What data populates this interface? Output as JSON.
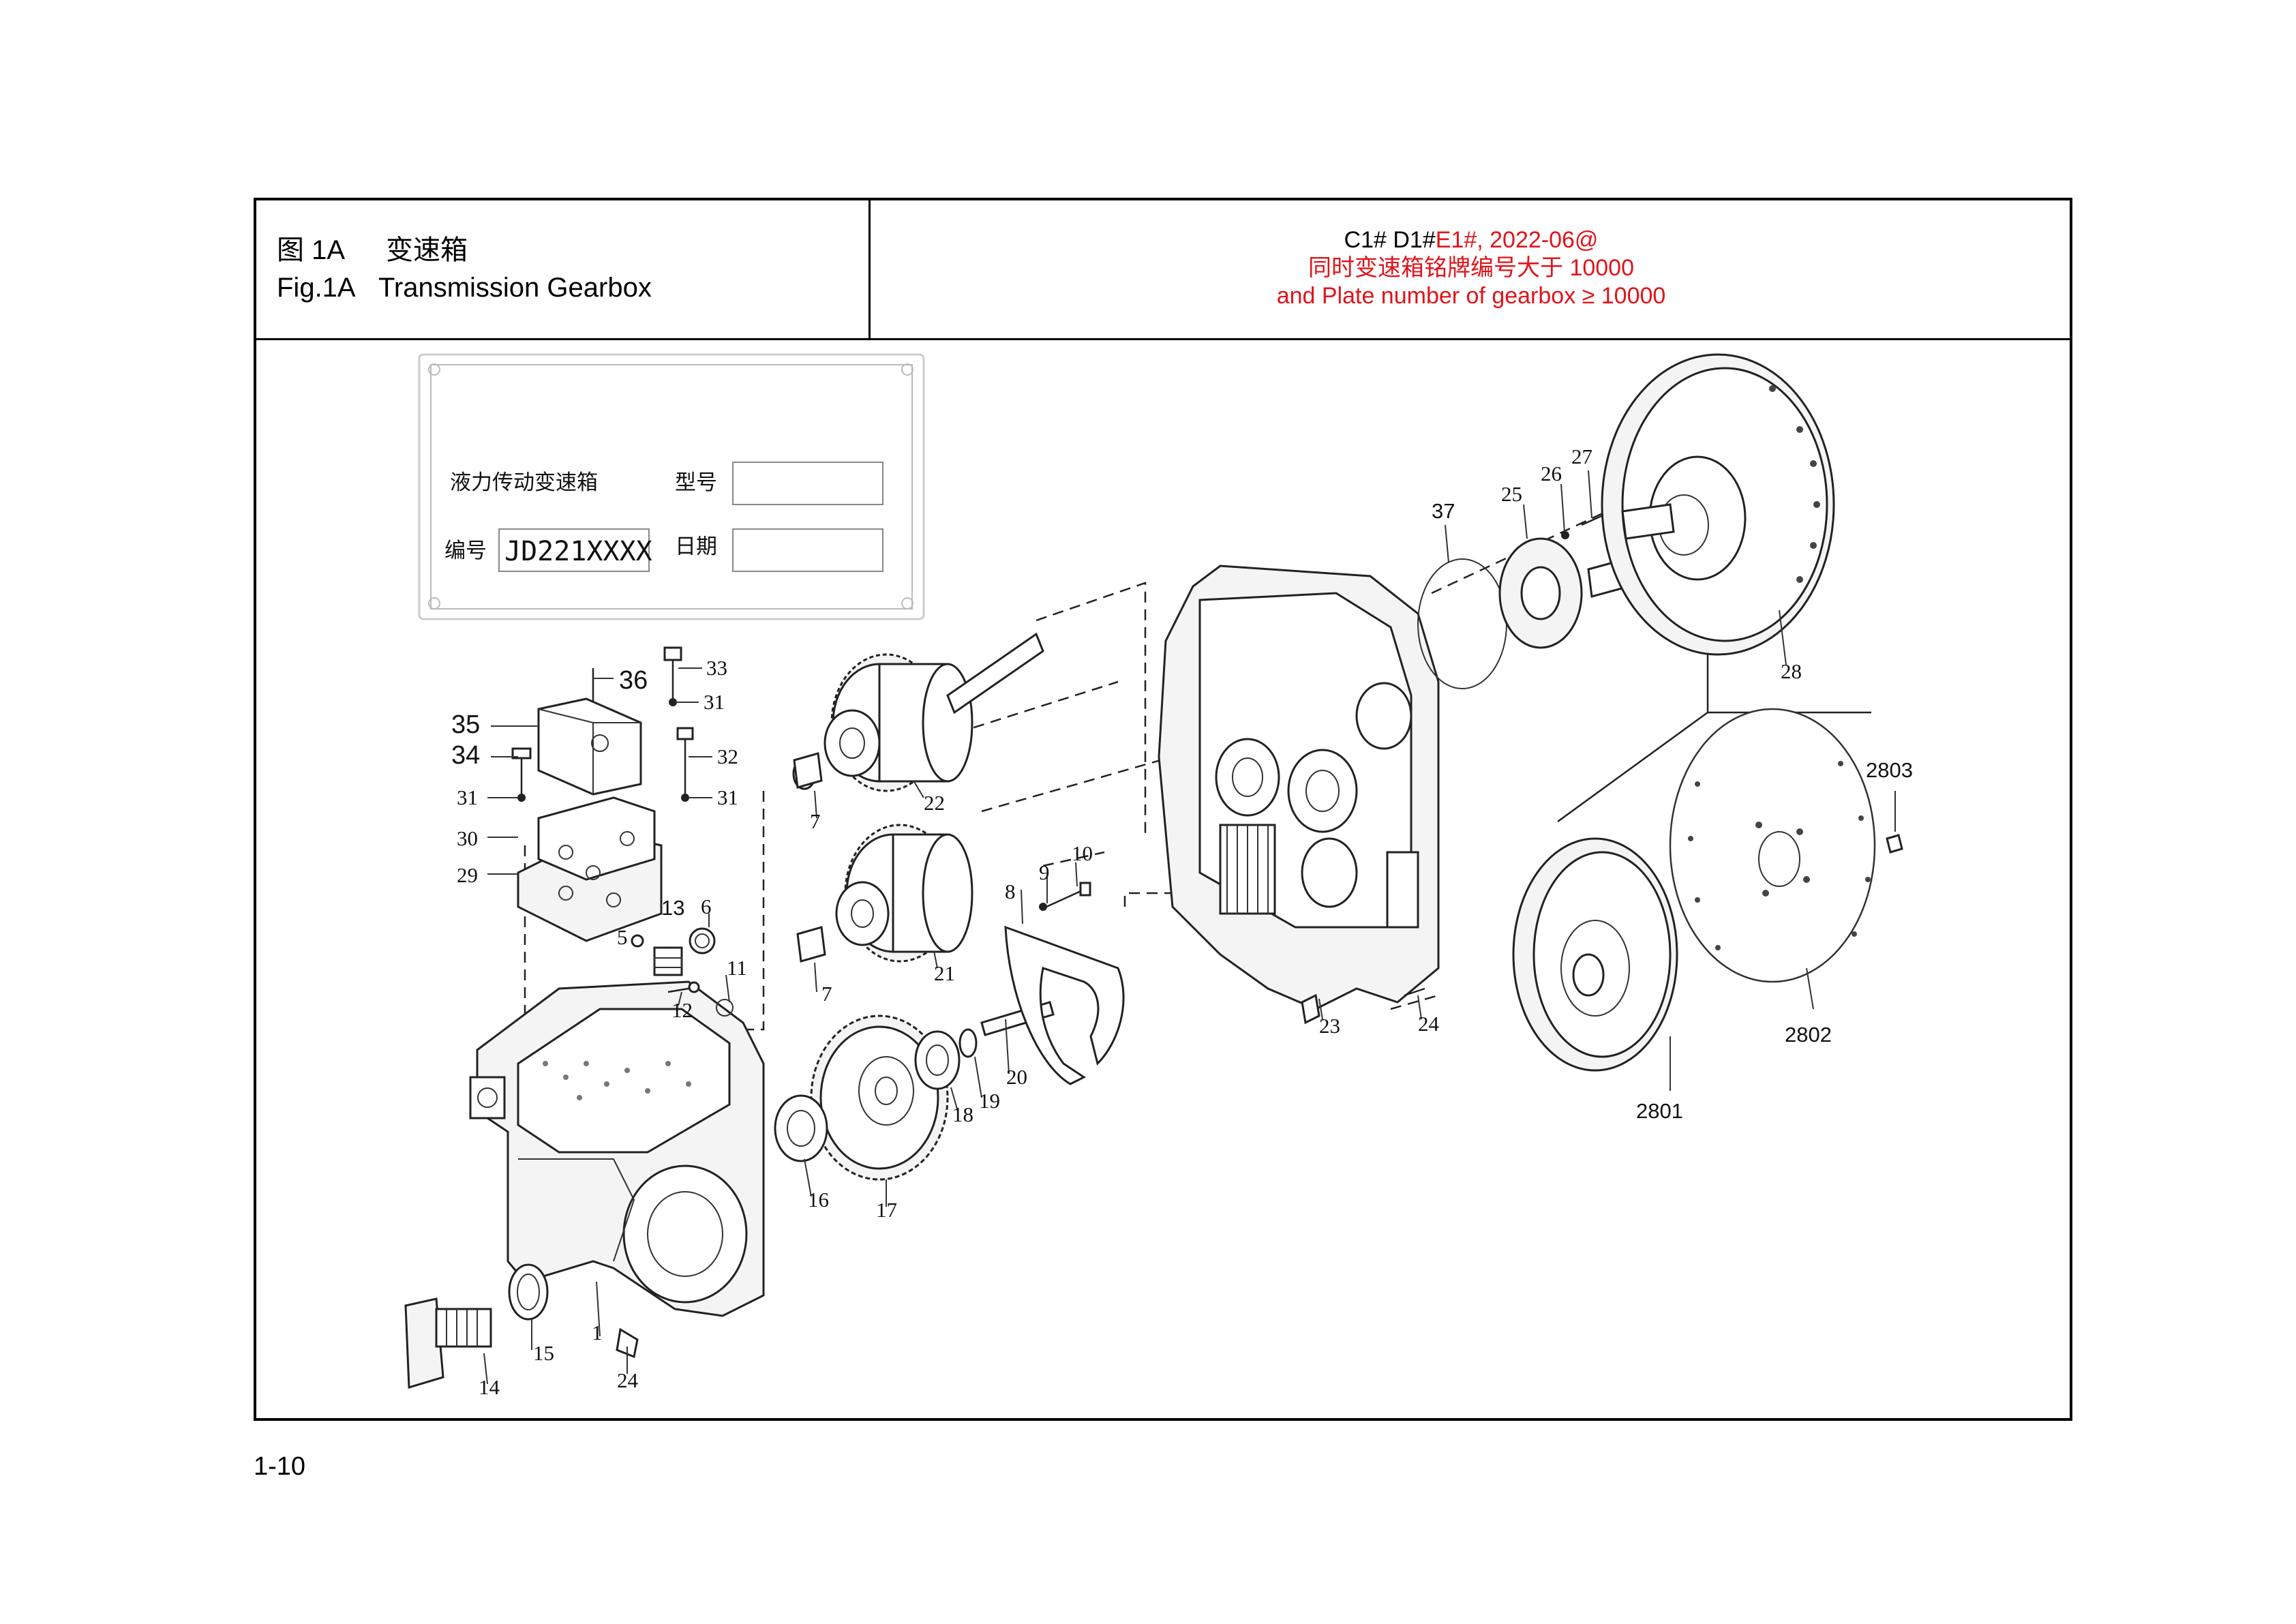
{
  "header": {
    "title_cn_fig": "图 1A",
    "title_cn_name": "变速箱",
    "title_en_fig": "Fig.1A",
    "title_en_name": "Transmission Gearbox",
    "note_line1_black": "C1# D1#",
    "note_line1_red": "E1#, 2022-06@",
    "note_line2": "同时变速箱铭牌编号大于 10000",
    "note_line3": "and Plate number of gearbox ≥ 10000",
    "note_red_color": "#e0141b"
  },
  "nameplate": {
    "product_label": "液力传动变速箱",
    "model_label": "型号",
    "model_value": "",
    "serial_label": "编号",
    "serial_value": "JD221XXXX",
    "date_label": "日期",
    "date_value": ""
  },
  "callouts": [
    "1",
    "5",
    "6",
    "7",
    "7",
    "8",
    "9",
    "10",
    "11",
    "12",
    "13",
    "14",
    "15",
    "16",
    "17",
    "18",
    "19",
    "20",
    "21",
    "22",
    "23",
    "24",
    "24",
    "24",
    "25",
    "26",
    "27",
    "28",
    "29",
    "30",
    "31",
    "31",
    "31",
    "32",
    "33",
    "34",
    "35",
    "36",
    "37",
    "2801",
    "2802",
    "2803"
  ],
  "page_number": "1-10"
}
